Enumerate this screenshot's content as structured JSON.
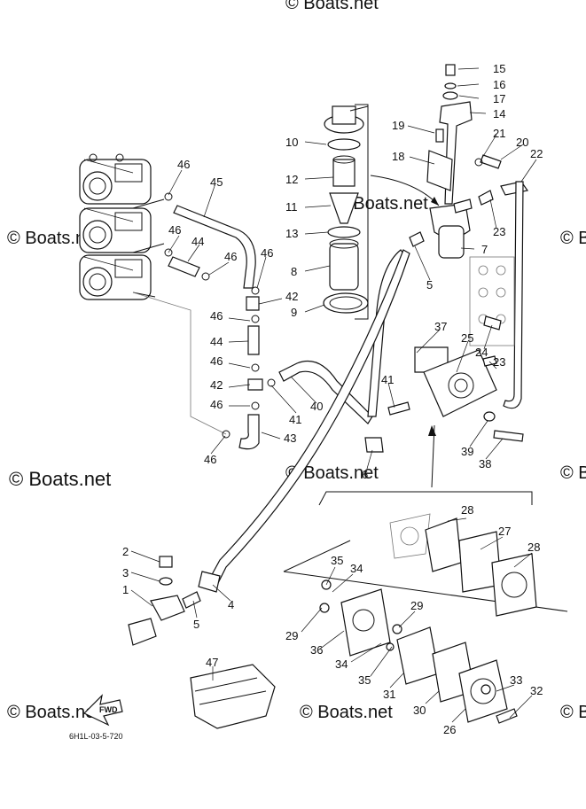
{
  "watermark": {
    "main": "© Boats.net",
    "faint": "Boats.net"
  },
  "fwd_label": "FWD",
  "diagram_code": "6H1L-03-5-720",
  "callouts": [
    {
      "id": "c1",
      "label": "1"
    },
    {
      "id": "c2",
      "label": "2"
    },
    {
      "id": "c3",
      "label": "3"
    },
    {
      "id": "c4a",
      "label": "4"
    },
    {
      "id": "c5a",
      "label": "5"
    },
    {
      "id": "c5b",
      "label": "5"
    },
    {
      "id": "c6",
      "label": "6"
    },
    {
      "id": "c7",
      "label": "7"
    },
    {
      "id": "c8",
      "label": "8"
    },
    {
      "id": "c9",
      "label": "9"
    },
    {
      "id": "c10",
      "label": "10"
    },
    {
      "id": "c11",
      "label": "11"
    },
    {
      "id": "c12",
      "label": "12"
    },
    {
      "id": "c13",
      "label": "13"
    },
    {
      "id": "c14",
      "label": "14"
    },
    {
      "id": "c15",
      "label": "15"
    },
    {
      "id": "c16",
      "label": "16"
    },
    {
      "id": "c17",
      "label": "17"
    },
    {
      "id": "c18",
      "label": "18"
    },
    {
      "id": "c19",
      "label": "19"
    },
    {
      "id": "c20",
      "label": "20"
    },
    {
      "id": "c21",
      "label": "21"
    },
    {
      "id": "c22",
      "label": "22"
    },
    {
      "id": "c23a",
      "label": "23"
    },
    {
      "id": "c23b",
      "label": "23"
    },
    {
      "id": "c24",
      "label": "24"
    },
    {
      "id": "c25",
      "label": "25"
    },
    {
      "id": "c26",
      "label": "26"
    },
    {
      "id": "c27",
      "label": "27"
    },
    {
      "id": "c28a",
      "label": "28"
    },
    {
      "id": "c28b",
      "label": "28"
    },
    {
      "id": "c29a",
      "label": "29"
    },
    {
      "id": "c29b",
      "label": "29"
    },
    {
      "id": "c30",
      "label": "30"
    },
    {
      "id": "c31",
      "label": "31"
    },
    {
      "id": "c32",
      "label": "32"
    },
    {
      "id": "c33",
      "label": "33"
    },
    {
      "id": "c34a",
      "label": "34"
    },
    {
      "id": "c34b",
      "label": "34"
    },
    {
      "id": "c35a",
      "label": "35"
    },
    {
      "id": "c35b",
      "label": "35"
    },
    {
      "id": "c36",
      "label": "36"
    },
    {
      "id": "c37",
      "label": "37"
    },
    {
      "id": "c38",
      "label": "38"
    },
    {
      "id": "c39",
      "label": "39"
    },
    {
      "id": "c40",
      "label": "40"
    },
    {
      "id": "c41a",
      "label": "41"
    },
    {
      "id": "c41b",
      "label": "41"
    },
    {
      "id": "c42a",
      "label": "42"
    },
    {
      "id": "c42b",
      "label": "42"
    },
    {
      "id": "c43",
      "label": "43"
    },
    {
      "id": "c44a",
      "label": "44"
    },
    {
      "id": "c44b",
      "label": "44"
    },
    {
      "id": "c45",
      "label": "45"
    },
    {
      "id": "c46a",
      "label": "46"
    },
    {
      "id": "c46b",
      "label": "46"
    },
    {
      "id": "c46c",
      "label": "46"
    },
    {
      "id": "c46d",
      "label": "46"
    },
    {
      "id": "c46e",
      "label": "46"
    },
    {
      "id": "c46f",
      "label": "46"
    },
    {
      "id": "c46g",
      "label": "46"
    },
    {
      "id": "c46h",
      "label": "46"
    },
    {
      "id": "c47",
      "label": "47"
    }
  ]
}
